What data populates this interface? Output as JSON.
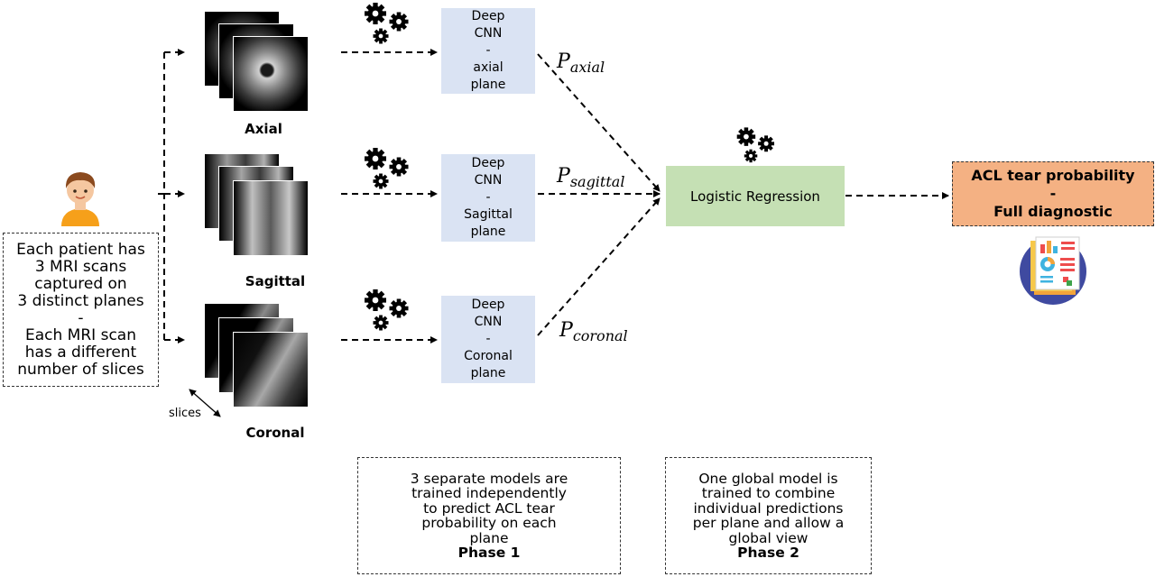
{
  "patient_box": {
    "lines": [
      "Each patient has",
      "3 MRI scans",
      "captured on",
      "3 distinct planes",
      "-",
      "Each MRI scan",
      "has a different",
      "number of slices"
    ]
  },
  "planes": [
    {
      "label": "Axial",
      "cnn_lines": [
        "Deep",
        "CNN",
        "-",
        "axial",
        "plane"
      ],
      "prob_base": "P",
      "prob_sub": "axial"
    },
    {
      "label": "Sagittal",
      "cnn_lines": [
        "Deep",
        "CNN",
        "-",
        "Sagittal",
        "plane"
      ],
      "prob_base": "P",
      "prob_sub": "sagittal"
    },
    {
      "label": "Coronal",
      "cnn_lines": [
        "Deep",
        "CNN",
        "-",
        "Coronal",
        "plane"
      ],
      "prob_base": "P",
      "prob_sub": "coronal"
    }
  ],
  "slices_label": "slices",
  "logistic_regression": "Logistic Regression",
  "output_box": {
    "line1": "ACL tear probability",
    "line2": "-",
    "line3": "Full diagnostic"
  },
  "phase1": {
    "lines": [
      "3 separate models are",
      "trained independently",
      "to predict ACL tear",
      "probability on each",
      "plane"
    ],
    "phase": "Phase 1"
  },
  "phase2": {
    "lines": [
      "One global model is",
      "trained to combine",
      "individual predictions",
      "per plane and allow a",
      "global view"
    ],
    "phase": "Phase 2"
  },
  "icons": {
    "patient": "patient-avatar-icon",
    "gears": "gears-icon",
    "report": "medical-report-icon"
  },
  "colors": {
    "cnn_box": "#dae3f3",
    "logistic_box": "#c5e0b4",
    "output_box": "#f4b183"
  }
}
